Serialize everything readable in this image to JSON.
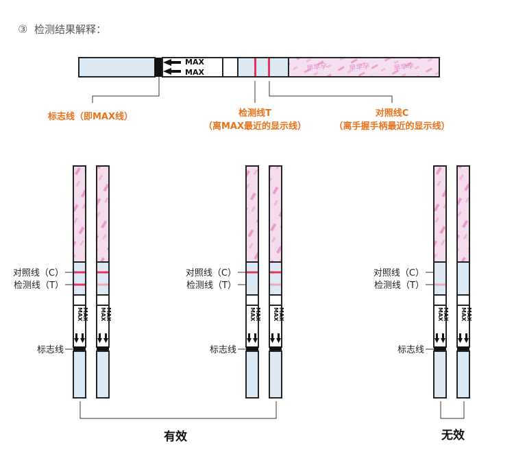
{
  "heading": {
    "circled_number": "③",
    "text": "检测结果解释："
  },
  "top_strip": {
    "max_label_top": "MAX",
    "max_label_bottom": "MAX",
    "brand_watermark": "早早孕",
    "callouts": {
      "marker": "标志线（即MAX线）",
      "test_title": "检测线T",
      "test_sub": "（离MAX最近的显示线）",
      "control_title": "对照线C",
      "control_sub": "（离手握手柄最近的显示线）"
    }
  },
  "strip_labels": {
    "control": "对照线（C）",
    "test": "检测线（T）",
    "marker": "标志线",
    "max_text": "MAX"
  },
  "groups": [
    {
      "label": "有效",
      "strips": [
        {
          "control": "strong",
          "test": "strong"
        },
        {
          "control": "strong",
          "test": "faint"
        },
        {
          "control": "strong",
          "test": "none"
        },
        {
          "control": "strong",
          "test": "faint"
        }
      ]
    },
    {
      "label": "无效",
      "strips": [
        {
          "control": "none",
          "test": "faint"
        },
        {
          "control": "none",
          "test": "none"
        }
      ]
    }
  ],
  "colors": {
    "callout_orange": "#e8721c",
    "line_red": "#e8325a",
    "line_faint": "#f2a6bc",
    "window_blue": "#dceaf6",
    "pad_pink": "#f2d8ec",
    "watermark_pink": "#e48ec4",
    "outline": "#222222",
    "text_gray": "#555555"
  }
}
